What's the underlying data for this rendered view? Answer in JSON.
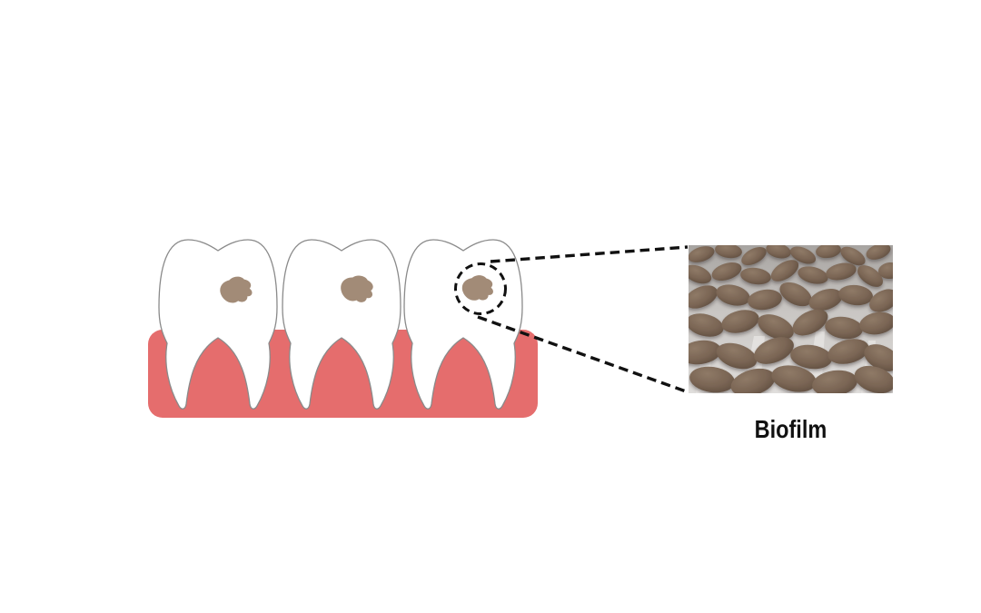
{
  "figure": {
    "label": "Biofilm",
    "teeth_count": 3,
    "caries_spots_count": 3
  },
  "colors": {
    "background": "#ffffff",
    "gum": "#E56D6D",
    "tooth_fill": "#FFFFFF",
    "tooth_outline": "#8A8A8A",
    "caries_spot": "#A28B77",
    "callout": "#111111",
    "bacteria_light": "#8F7A67",
    "bacteria_base": "#7A6554",
    "bacteria_dark": "#5C4B3D",
    "biofilm_bg_top": "#A7A4A1",
    "biofilm_bg_mid": "#C9C6C3",
    "biofilm_bg_bottom": "#E0DEDC",
    "label_color": "#111111"
  }
}
